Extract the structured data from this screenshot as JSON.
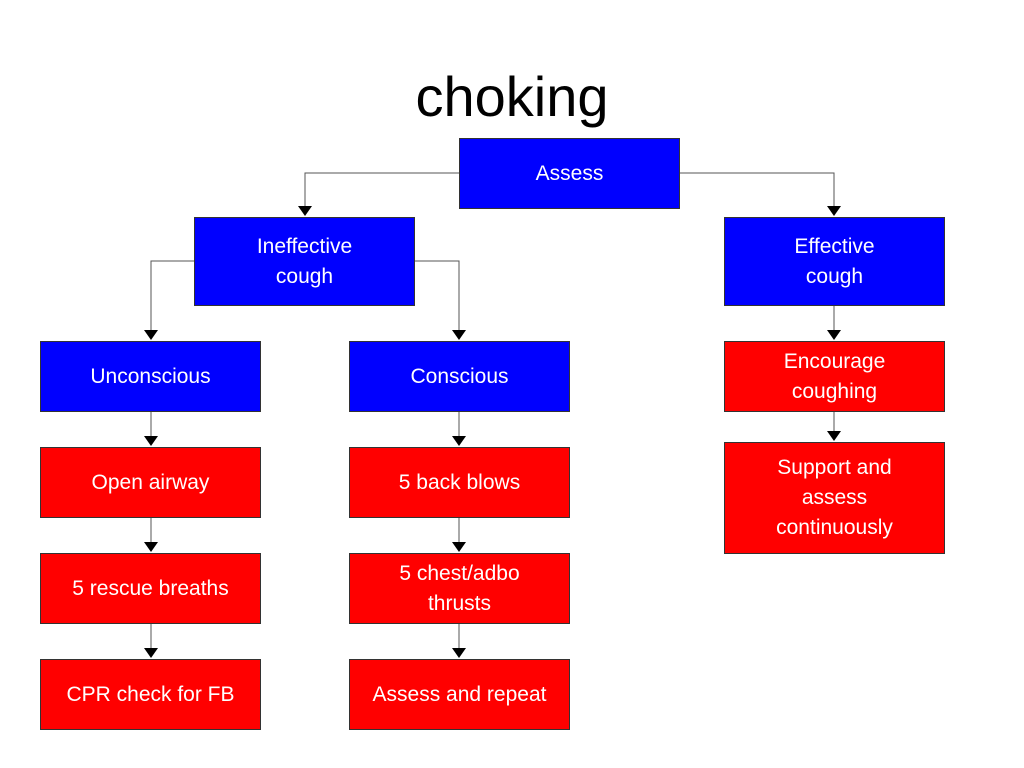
{
  "title": "choking",
  "colors": {
    "decision": "#0000ff",
    "action": "#ff0000",
    "connector": "#000000"
  },
  "nodes": {
    "assess": "Assess",
    "ineffective": "Ineffective\ncough",
    "effective": "Effective\ncough",
    "unconscious": "Unconscious",
    "conscious": "Conscious",
    "encourage": "Encourage\ncoughing",
    "open_airway": "Open airway",
    "back_blows": "5 back blows",
    "support": "Support and\nassess\ncontinuously",
    "rescue_breaths": "5 rescue breaths",
    "chest_thrusts": "5 chest/adbo\nthrusts",
    "cpr": "CPR check for FB",
    "assess_repeat": "Assess and repeat"
  },
  "edges": [
    [
      "assess",
      "ineffective"
    ],
    [
      "assess",
      "effective"
    ],
    [
      "ineffective",
      "unconscious"
    ],
    [
      "ineffective",
      "conscious"
    ],
    [
      "effective",
      "encourage"
    ],
    [
      "encourage",
      "support"
    ],
    [
      "unconscious",
      "open_airway"
    ],
    [
      "open_airway",
      "rescue_breaths"
    ],
    [
      "rescue_breaths",
      "cpr"
    ],
    [
      "conscious",
      "back_blows"
    ],
    [
      "back_blows",
      "chest_thrusts"
    ],
    [
      "chest_thrusts",
      "assess_repeat"
    ]
  ]
}
